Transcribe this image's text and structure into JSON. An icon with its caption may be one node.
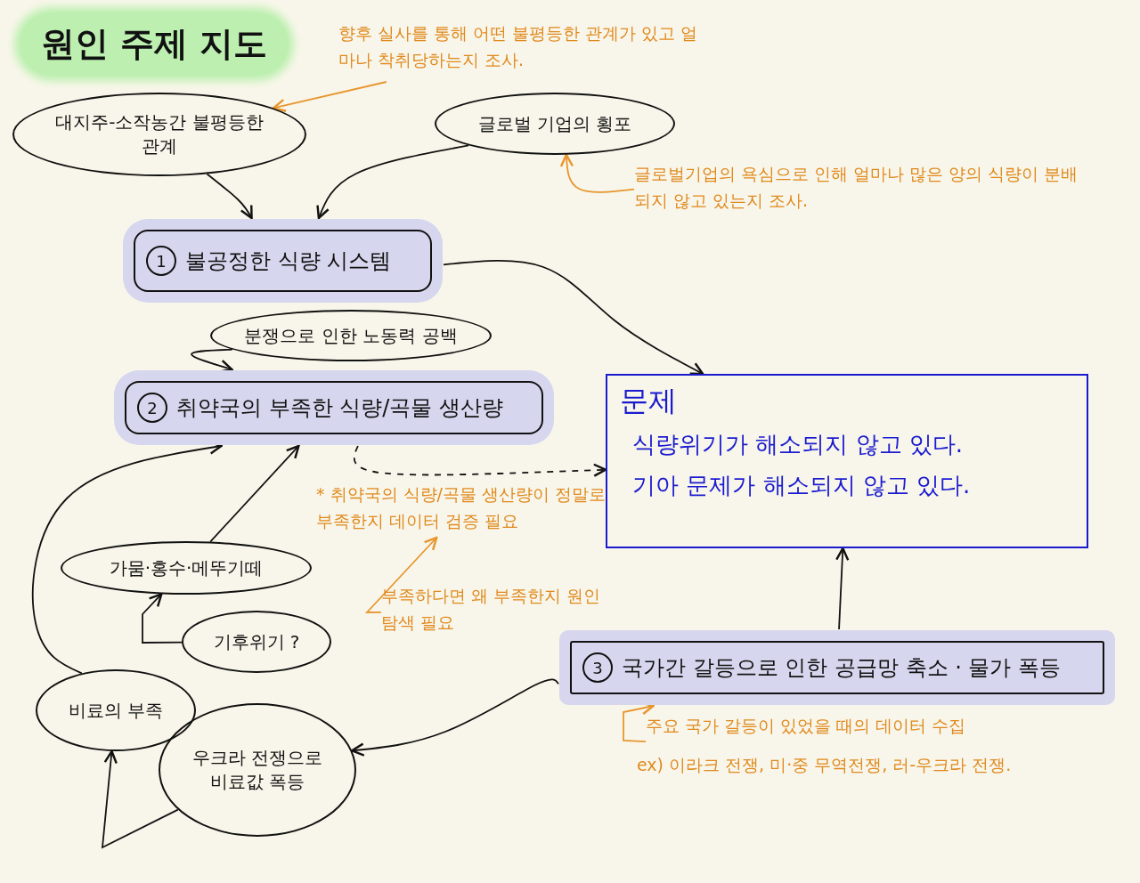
{
  "diagram": {
    "title": "원인 주제 지도",
    "nodes": [
      {
        "text": [
          "향후 실사를 통해 어떤 불평등한 관계가 있고 얼마나 착취당하는지 조사."
        ]
      },
      {
        "text": [
          "대지주-소작농간 불평등한 관계"
        ]
      },
      {
        "text": [
          "글로벌 기업의 횡포"
        ]
      },
      {
        "text": [
          "글로벌기업의 욕심으로 인해 얼마나 많은 양의 식량이 분배되지 않고 있는지 조사."
        ]
      },
      {
        "text": [
          "1",
          "불공정한 식량 시스템"
        ]
      },
      {
        "text": [
          "분쟁으로 인한 노동력 공백"
        ]
      },
      {
        "text": [
          "2",
          "취약국의 부족한 식량/곡물 생산량"
        ]
      },
      {
        "text": [
          "문제",
          "식량위기가 해소되지 않고 있다.",
          "기아 문제가 해소되지 않고 있다."
        ]
      },
      {
        "text": [
          "* 취약국의 식량/곡물 생산량이 정말로 부족한지 데이터 검증 필요"
        ]
      },
      {
        "text": [
          "가뭄·홍수·메뚜기떼"
        ]
      },
      {
        "text": [
          "부족하다면 왜 부족한지 원인 탐색 필요"
        ]
      },
      {
        "text": [
          "기후위기 ?"
        ]
      },
      {
        "text": [
          "3",
          "국가간 갈등으로 인한 공급망 축소 · 물가 폭등"
        ]
      },
      {
        "text": [
          "비료의 부족"
        ]
      },
      {
        "text": [
          "우크라 전쟁으로 비료값 폭등"
        ]
      },
      {
        "text": [
          "주요 국가 갈등이 있었을 때의 데이터 수집",
          "ex) 이라크 전쟁, 미·중 무역전쟁, 러-우크라 전쟁."
        ]
      }
    ],
    "edges": [
      {
        "from": 0,
        "to": 1,
        "arrow": "to",
        "color": "#e8962e"
      },
      {
        "from": 3,
        "to": 2,
        "arrow": "to",
        "color": "#e8962e"
      },
      {
        "from": 1,
        "to": 4,
        "arrow": "to"
      },
      {
        "from": 2,
        "to": 4,
        "arrow": "to"
      },
      {
        "from": 4,
        "to": 7,
        "arrow": "to"
      },
      {
        "from": 5,
        "to": 6,
        "arrow": "to"
      },
      {
        "from": 6,
        "to": 7,
        "arrow": "to",
        "style": "dashed"
      },
      {
        "from": 10,
        "to": 8,
        "arrow": "to",
        "color": "#e8962e"
      },
      {
        "from": 9,
        "to": 6,
        "arrow": "to"
      },
      {
        "from": 11,
        "to": 9,
        "arrow": "to"
      },
      {
        "from": 13,
        "to": 6,
        "arrow": "to"
      },
      {
        "from": 14,
        "to": 13,
        "arrow": "to"
      },
      {
        "from": 12,
        "to": 7,
        "arrow": "to"
      },
      {
        "from": 12,
        "to": 14,
        "arrow": "to"
      },
      {
        "from": 15,
        "to": 12,
        "arrow": "to",
        "color": "#e8962e"
      }
    ]
  }
}
